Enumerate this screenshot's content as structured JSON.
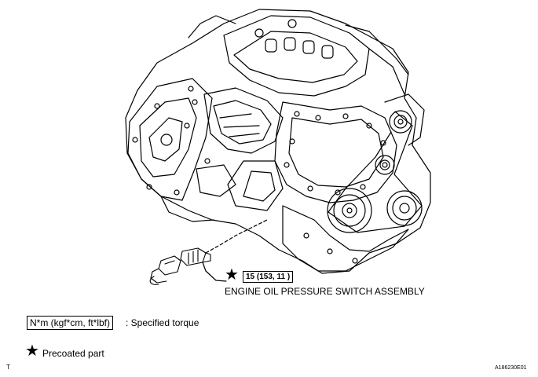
{
  "callout": {
    "torque_value": "15 (153, 11 )",
    "part_name": "ENGINE OIL PRESSURE SWITCH ASSEMBLY"
  },
  "legend": {
    "torque_unit": "N*m (kgf*cm, ft*lbf)",
    "torque_desc": ": Specified torque",
    "precoated_desc": "Precoated part"
  },
  "icons": {
    "star": "★"
  },
  "footer": {
    "left_mark": "T",
    "figure_id": "A186230E01"
  }
}
